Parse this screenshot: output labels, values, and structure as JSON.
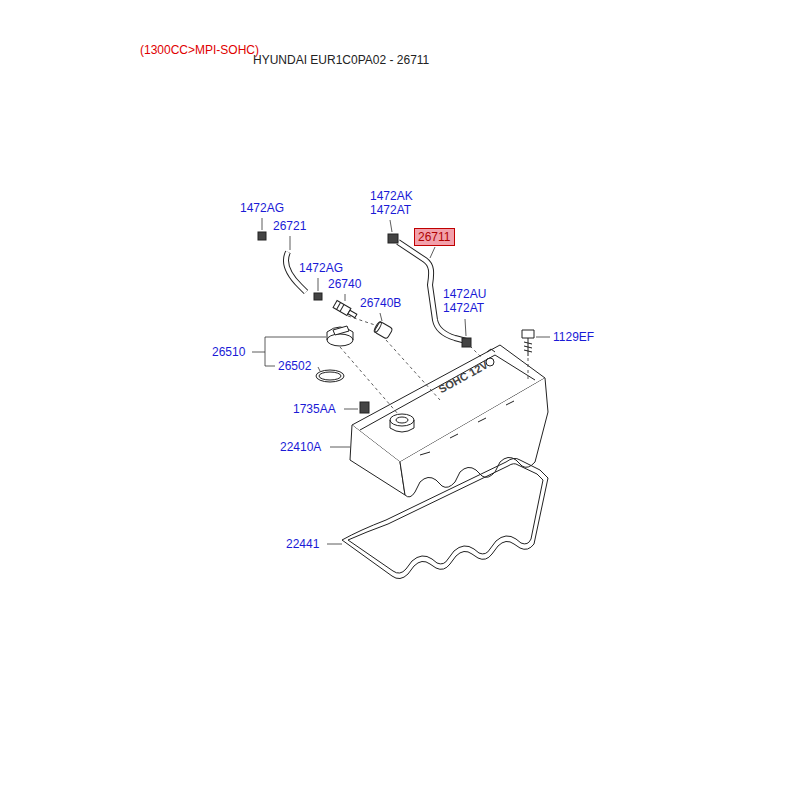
{
  "diagram": {
    "title": "HYUNDAI EUR1C0PA02 - 26711",
    "nodes": [
      {
        "text": [
          "26711"
        ]
      }
    ],
    "labels": [
      "(1300CC>MPI-SOHC)",
      "1472AG",
      "26721",
      "1472AG",
      "26740",
      "1472AK",
      "1472AT",
      "1472AU",
      "1472AT",
      "26740B",
      "1129EF",
      "26510",
      "26502",
      "1735AA",
      "22410A",
      "22441",
      "SOHC 12V"
    ]
  }
}
